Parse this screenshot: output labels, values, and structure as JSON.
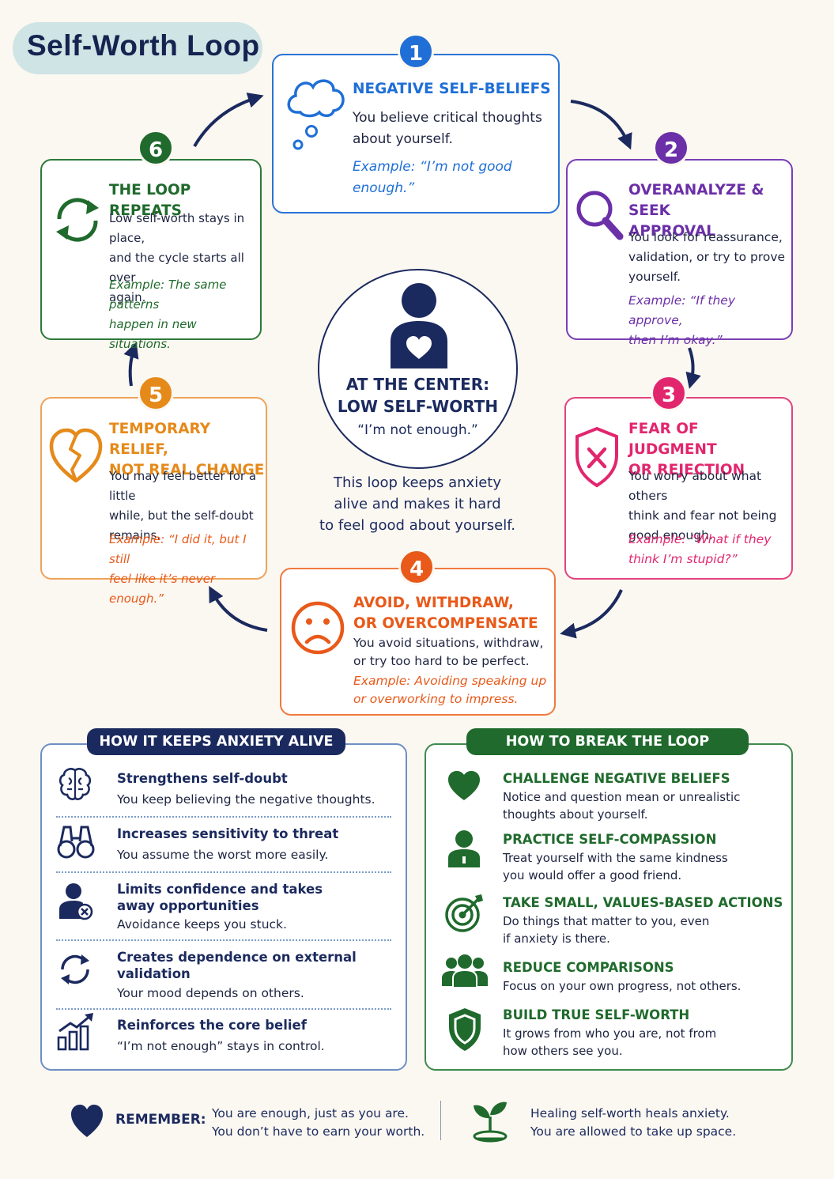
{
  "title": "Self-Worth Loop",
  "colors": {
    "navy": "#1b2a5e",
    "blue": "#1f6fd6",
    "purple": "#6b2fa8",
    "pink": "#e2266e",
    "orange": "#e8591a",
    "amber": "#e58a1a",
    "green": "#1f6a2c"
  },
  "steps": [
    {
      "number": "1",
      "title_lines": [
        "NEGATIVE SELF-BELIEFS"
      ],
      "body_lines": [
        "You believe critical thoughts",
        "about yourself."
      ],
      "example_lines": [
        "Example: “I’m not good",
        "enough.”"
      ],
      "icon": "thought-cloud-icon"
    },
    {
      "number": "2",
      "title_lines": [
        "OVERANALYZE & SEEK",
        "APPROVAL"
      ],
      "body_lines": [
        "You look for reassurance,",
        "validation, or try to prove",
        "yourself."
      ],
      "example_lines": [
        "Example: “If they approve,",
        "then I’m okay.”"
      ],
      "icon": "magnifier-icon"
    },
    {
      "number": "3",
      "title_lines": [
        "FEAR OF JUDGMENT",
        "OR REJECTION"
      ],
      "body_lines": [
        "You worry about what others",
        "think and fear not being",
        "good enough."
      ],
      "example_lines": [
        "Example: “What if they",
        "think I’m stupid?”"
      ],
      "icon": "shield-x-icon"
    },
    {
      "number": "4",
      "title_lines": [
        "AVOID, WITHDRAW,",
        "OR OVERCOMPENSATE"
      ],
      "body_lines": [
        "You avoid situations, withdraw,",
        "or try too hard to be perfect."
      ],
      "example_lines": [
        "Example: Avoiding speaking up",
        "or overworking to impress."
      ],
      "icon": "sad-face-icon"
    },
    {
      "number": "5",
      "title_lines": [
        "TEMPORARY RELIEF,",
        "NOT REAL CHANGE"
      ],
      "body_lines": [
        "You may feel better for a little",
        "while, but the self-doubt",
        "remains."
      ],
      "example_lines": [
        "Example: “I did it, but I still",
        "feel like it’s never enough.”"
      ],
      "icon": "broken-heart-icon"
    },
    {
      "number": "6",
      "title_lines": [
        "THE LOOP REPEATS"
      ],
      "body_lines": [
        "Low self-worth stays in place,",
        "and the cycle starts all over",
        "again."
      ],
      "example_lines": [
        "Example: The same patterns",
        "happen in new situations."
      ],
      "icon": "cycle-arrows-icon"
    }
  ],
  "center": {
    "title_lines": [
      "AT THE CENTER:",
      "LOW SELF-WORTH"
    ],
    "quote": "“I’m not enough.”",
    "icon": "person-heart-icon"
  },
  "loop_note_lines": [
    "This loop keeps anxiety",
    "alive and makes it hard",
    "to feel good about yourself."
  ],
  "anxiety_panel": {
    "heading": "HOW IT KEEPS ANXIETY ALIVE",
    "items": [
      {
        "title_lines": [
          "Strengthens self-doubt"
        ],
        "body": "You keep believing the negative thoughts.",
        "icon": "brain-icon"
      },
      {
        "title_lines": [
          "Increases sensitivity to threat"
        ],
        "body": "You assume the worst more easily.",
        "icon": "binoculars-icon"
      },
      {
        "title_lines": [
          "Limits confidence and takes",
          "away opportunities"
        ],
        "body": "Avoidance keeps you stuck.",
        "icon": "person-blocked-icon"
      },
      {
        "title_lines": [
          "Creates dependence on external",
          "validation"
        ],
        "body": "Your mood depends on others.",
        "icon": "circular-arrows-icon"
      },
      {
        "title_lines": [
          "Reinforces the core belief"
        ],
        "body": "“I’m not enough” stays in control.",
        "icon": "rising-chart-icon"
      }
    ]
  },
  "break_panel": {
    "heading": "HOW TO BREAK THE LOOP",
    "items": [
      {
        "title": "CHALLENGE NEGATIVE BELIEFS",
        "body_lines": [
          "Notice and question mean or unrealistic",
          "thoughts about yourself."
        ],
        "icon": "heart-icon"
      },
      {
        "title": "PRACTICE SELF-COMPASSION",
        "body_lines": [
          "Treat yourself with the same kindness",
          "you would offer a good friend."
        ],
        "icon": "person-icon"
      },
      {
        "title": "TAKE SMALL, VALUES-BASED ACTIONS",
        "body_lines": [
          "Do things that matter to you, even",
          "if anxiety is there."
        ],
        "icon": "target-icon"
      },
      {
        "title": "REDUCE COMPARISONS",
        "body_lines": [
          "Focus on your own progress, not others."
        ],
        "icon": "group-icon"
      },
      {
        "title": "BUILD TRUE SELF-WORTH",
        "body_lines": [
          "It grows from who you are, not from",
          "how others see you."
        ],
        "icon": "shield-check-icon"
      }
    ]
  },
  "footer": {
    "remember_label": "REMEMBER:",
    "left_lines": [
      "You are enough, just as you are.",
      "You don’t have to earn your worth."
    ],
    "right_lines": [
      "Healing self-worth heals anxiety.",
      "You are allowed to take up space."
    ],
    "left_icon": "heart-icon",
    "right_icon": "sprout-icon"
  }
}
